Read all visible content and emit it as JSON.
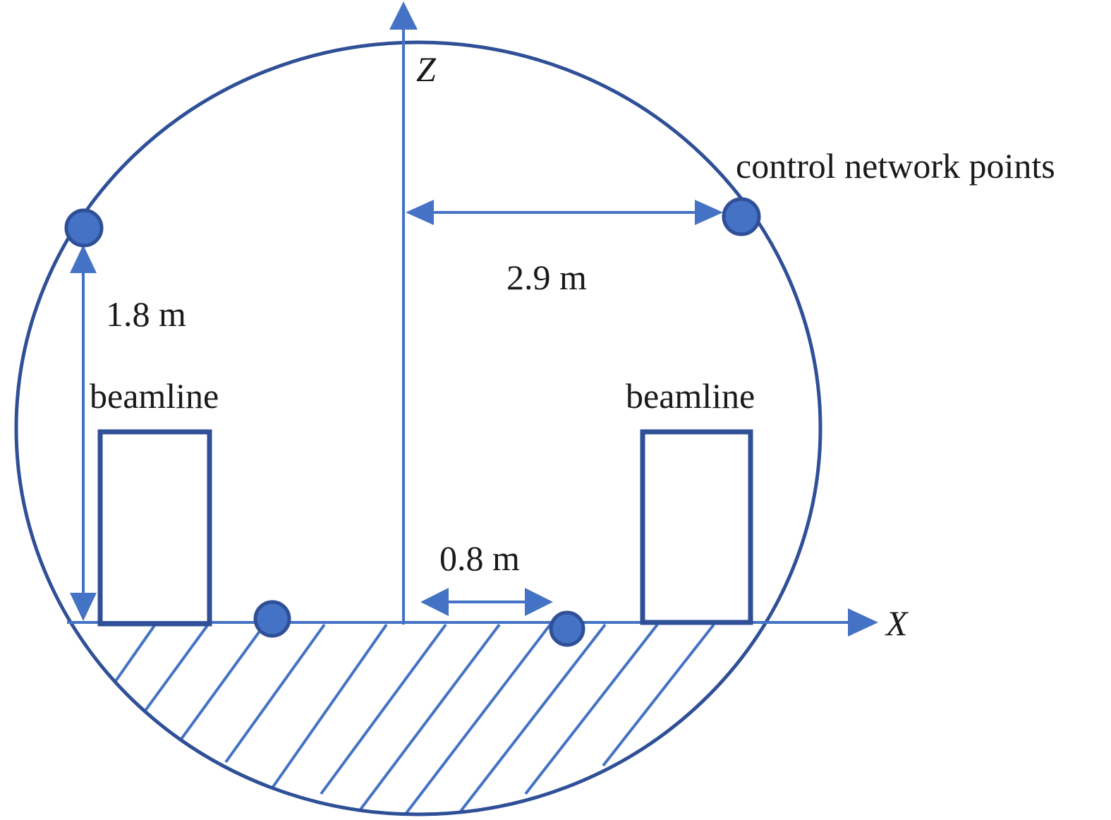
{
  "diagram": {
    "axes": {
      "z_label": "Z",
      "x_label": "X"
    },
    "legend_label": "control network points",
    "dimensions": {
      "horizontal": "2.9 m",
      "vertical": "1.8 m",
      "small": "0.8 m"
    },
    "beamlines": {
      "left_label": "beamline",
      "right_label": "beamline"
    },
    "colors": {
      "circle": "#2f4f97",
      "axis": "#4472c4",
      "point_fill": "#4472c4",
      "point_stroke": "#2f4f97",
      "beamline_box": "#2f4f97",
      "text": "#1a1a1a"
    }
  }
}
